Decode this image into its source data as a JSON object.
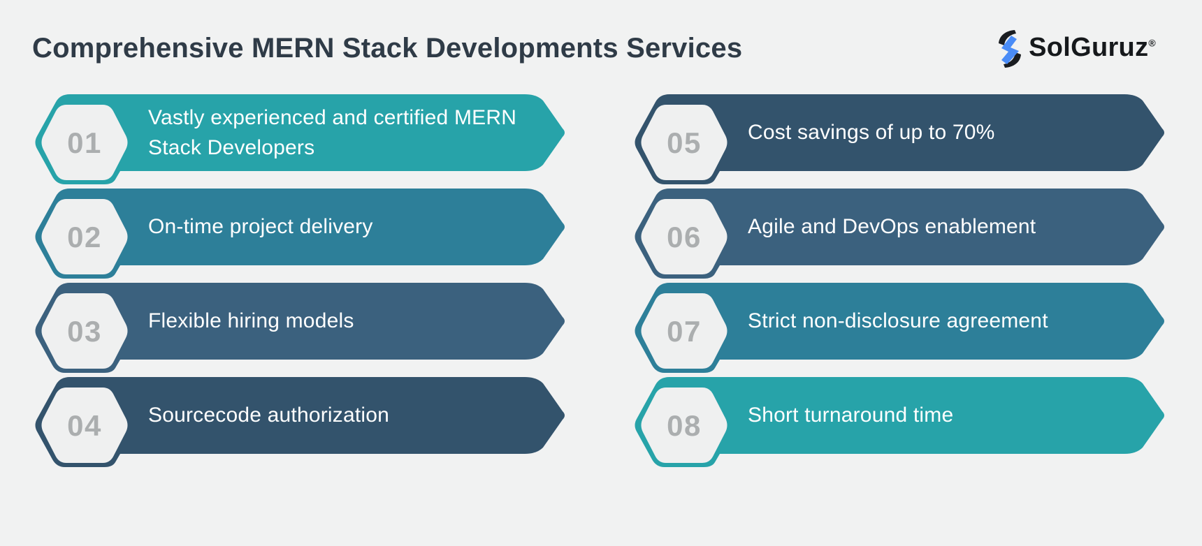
{
  "header": {
    "title": "Comprehensive MERN Stack Developments Services",
    "logo_text": "SolGuruz",
    "logo_reg": "®"
  },
  "theme": {
    "background": "#F1F2F2",
    "badge_fill": "#EFF0F0",
    "number_color": "#ABAEAF",
    "label_color": "#FFFFFF",
    "title_color": "#2F3B47",
    "logo_black": "#1A1D21",
    "logo_blue": "#4A8CF7",
    "teal": "#27A3A9",
    "ocean": "#2D7F99",
    "slate": "#3B617E",
    "navy": "#33536C"
  },
  "items": [
    {
      "number": "01",
      "label": "Vastly experienced and certified MERN Stack Developers",
      "color": "#27A3A9"
    },
    {
      "number": "02",
      "label": "On-time project delivery",
      "color": "#2D7F99"
    },
    {
      "number": "03",
      "label": "Flexible hiring models",
      "color": "#3B617E"
    },
    {
      "number": "04",
      "label": "Sourcecode authorization",
      "color": "#33536C"
    },
    {
      "number": "05",
      "label": "Cost savings of up to 70%",
      "color": "#33536C"
    },
    {
      "number": "06",
      "label": "Agile and DevOps enablement",
      "color": "#3B617E"
    },
    {
      "number": "07",
      "label": "Strict non-disclosure agreement",
      "color": "#2D7F99"
    },
    {
      "number": "08",
      "label": "Short turnaround time",
      "color": "#27A3A9"
    }
  ]
}
